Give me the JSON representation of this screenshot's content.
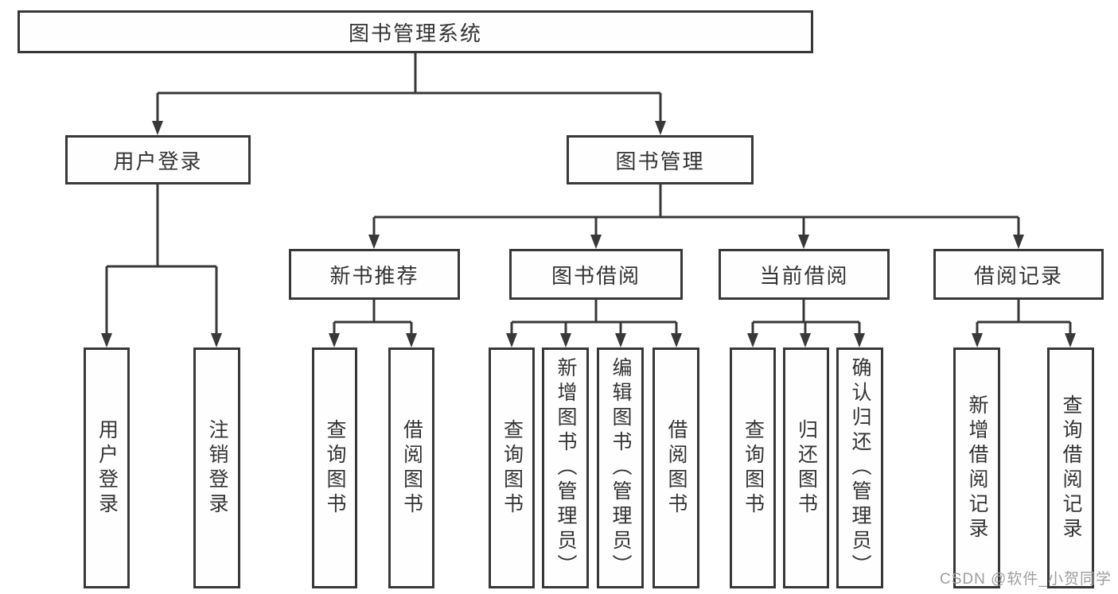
{
  "tree": {
    "label": "图书管理系统",
    "children": [
      {
        "label": "用户登录",
        "children": [
          {
            "label": "用户登录"
          },
          {
            "label": "注销登录"
          }
        ]
      },
      {
        "label": "图书管理",
        "children": [
          {
            "label": "新书推荐",
            "children": [
              {
                "label": "查询图书"
              },
              {
                "label": "借阅图书"
              }
            ]
          },
          {
            "label": "图书借阅",
            "children": [
              {
                "label": "查询图书"
              },
              {
                "label": "新增图书（管理员）"
              },
              {
                "label": "编辑图书（管理员）"
              },
              {
                "label": "借阅图书"
              }
            ]
          },
          {
            "label": "当前借阅",
            "children": [
              {
                "label": "查询图书"
              },
              {
                "label": "归还图书"
              },
              {
                "label": "确认归还（管理员）"
              }
            ]
          },
          {
            "label": "借阅记录",
            "children": [
              {
                "label": "新增借阅记录"
              },
              {
                "label": "查询借阅记录"
              }
            ]
          }
        ]
      }
    ]
  },
  "watermark": "CSDN @软件_小贺同学",
  "colors": {
    "line": "#383838",
    "text": "#333333",
    "watermark": "#9e9e9e",
    "background": "#ffffff"
  }
}
